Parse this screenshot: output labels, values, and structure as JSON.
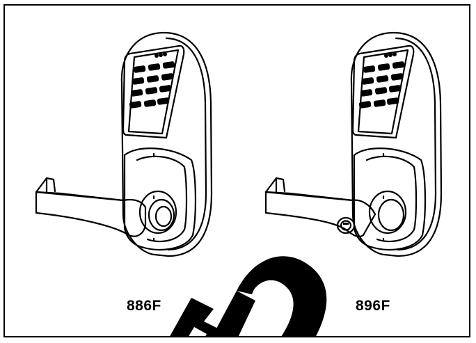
{
  "figure": {
    "left_model": "886F",
    "right_model": "896F",
    "keypad_indicator": "ooo",
    "watermark_text": "ED",
    "watermark_color": "#000000"
  }
}
